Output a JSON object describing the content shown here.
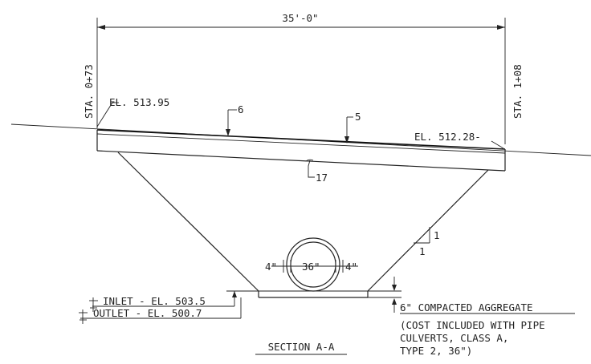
{
  "drawing": {
    "width_dimension": "35'-0\"",
    "station_left": "STA. 0+73",
    "station_right": "STA. 1+08",
    "elev_left": "EL. 513.95",
    "elev_right": "EL. 512.28-",
    "callout_6": "6",
    "callout_5": "5",
    "callout_17": "17",
    "slope_rise": "1",
    "slope_run": "1",
    "pipe_diameter": "36\"",
    "clearance_left": "4\"",
    "clearance_right": "4\"",
    "inlet_label": "INLET - EL. 503.5",
    "outlet_label": "OUTLET - EL. 500.7",
    "aggregate_line1": "6\" COMPACTED AGGREGATE",
    "aggregate_line2": "(COST INCLUDED WITH PIPE",
    "aggregate_line3": "CULVERTS, CLASS A,",
    "aggregate_line4": "TYPE 2, 36\")",
    "section_title": "SECTION A-A"
  }
}
